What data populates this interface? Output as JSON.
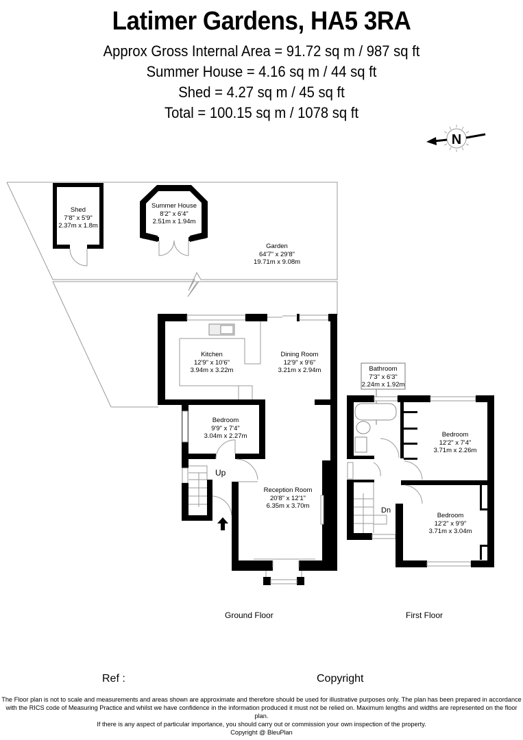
{
  "header": {
    "title": "Latimer Gardens, HA5 3RA",
    "areas": [
      "Approx Gross Internal Area = 91.72 sq m / 987 sq ft",
      "Summer House = 4.16 sq m / 44 sq ft",
      "Shed = 4.27 sq m / 45 sq ft",
      "Total = 100.15 sq m / 1078 sq ft"
    ]
  },
  "compass": {
    "icon": "north-compass-icon",
    "label": "N",
    "direction": "left"
  },
  "outbuildings": {
    "shed": {
      "name": "Shed",
      "imperial": "7'8\" x 5'9\"",
      "metric": "2.37m x 1.8m"
    },
    "summer_house": {
      "name": "Summer House",
      "imperial": "8'2\" x 6'4\"",
      "metric": "2.51m x 1.94m"
    },
    "garden": {
      "name": "Garden",
      "imperial": "64'7\" x 29'8\"",
      "metric": "19.71m x 9.08m"
    }
  },
  "ground_floor": {
    "label": "Ground Floor",
    "rooms": [
      {
        "name": "Kitchen",
        "imperial": "12'9\" x 10'6\"",
        "metric": "3.94m x 3.22m"
      },
      {
        "name": "Dining Room",
        "imperial": "12'9\" x 9'6\"",
        "metric": "3.21m x 2.94m"
      },
      {
        "name": "Bedroom",
        "imperial": "9'9\" x 7'4\"",
        "metric": "3.04m x 2.27m"
      },
      {
        "name": "Reception Room",
        "imperial": "20'8\" x 12'1\"",
        "metric": "6.35m x 3.70m"
      }
    ],
    "stairs_label": "Up"
  },
  "first_floor": {
    "label": "First Floor",
    "rooms": [
      {
        "name": "Bathroom",
        "imperial": "7'3\" x 6'3\"",
        "metric": "2.24m x 1.92m"
      },
      {
        "name": "Bedroom",
        "imperial": "12'2\" x 7'4\"",
        "metric": "3.71m x 2.26m"
      },
      {
        "name": "Bedroom",
        "imperial": "12'2\" x 9'9\"",
        "metric": "3.71m x 3.04m"
      }
    ],
    "stairs_label": "Dn"
  },
  "footer": {
    "ref_label": "Ref  :",
    "copyright_label": "Copyright",
    "disclaimer": [
      "The Floor plan is not to scale and measurements and areas shown are approximate and therefore should be used for illustrative purposes only. The plan has been prepared in accordance",
      "with the RICS code of Measuring Practice and whilst we have confidence in the information produced it must not be relied on. Maximum lengths and widths are represented on the floor plan.",
      "If there is any aspect of particular importance, you should carry out or commission your own inspection of the property.",
      "Copyright @ BleuPlan"
    ]
  }
}
